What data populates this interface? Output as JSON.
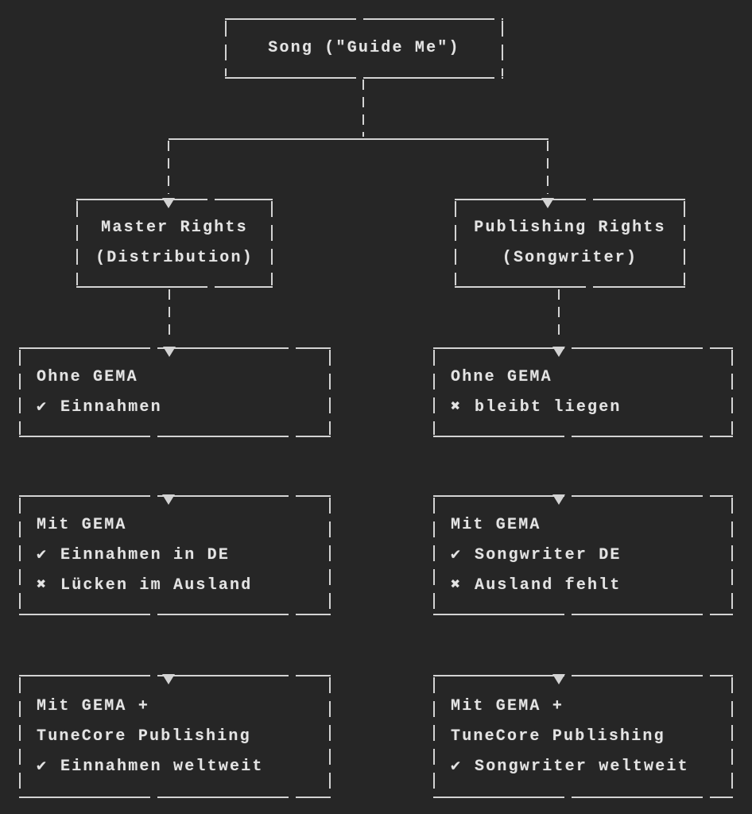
{
  "colors": {
    "background": "#262626",
    "line": "#d3d3d3",
    "text": "#e4e4e4"
  },
  "root_node": {
    "label": "Song (\"Guide Me\")"
  },
  "branches": [
    {
      "title_line1": "Master Rights",
      "title_line2": "(Distribution)",
      "scenarios": [
        {
          "lines": [
            {
              "text": "Ohne GEMA"
            },
            {
              "glyph": "✔",
              "text": "Einnahmen"
            }
          ]
        },
        {
          "lines": [
            {
              "text": "Mit GEMA"
            },
            {
              "glyph": "✔",
              "text": "Einnahmen in DE"
            },
            {
              "glyph": "✖",
              "text": "Lücken im Ausland"
            }
          ]
        },
        {
          "lines": [
            {
              "text": "Mit GEMA +"
            },
            {
              "text": "TuneCore Publishing"
            },
            {
              "glyph": "✔",
              "text": "Einnahmen weltweit"
            }
          ]
        }
      ]
    },
    {
      "title_line1": "Publishing Rights",
      "title_line2": "(Songwriter)",
      "scenarios": [
        {
          "lines": [
            {
              "text": "Ohne GEMA"
            },
            {
              "glyph": "✖",
              "text": "bleibt liegen"
            }
          ]
        },
        {
          "lines": [
            {
              "text": "Mit GEMA"
            },
            {
              "glyph": "✔",
              "text": "Songwriter DE"
            },
            {
              "glyph": "✖",
              "text": "Ausland fehlt"
            }
          ]
        },
        {
          "lines": [
            {
              "text": "Mit GEMA +"
            },
            {
              "text": "TuneCore Publishing"
            },
            {
              "glyph": "✔",
              "text": "Songwriter weltweit"
            }
          ]
        }
      ]
    }
  ]
}
